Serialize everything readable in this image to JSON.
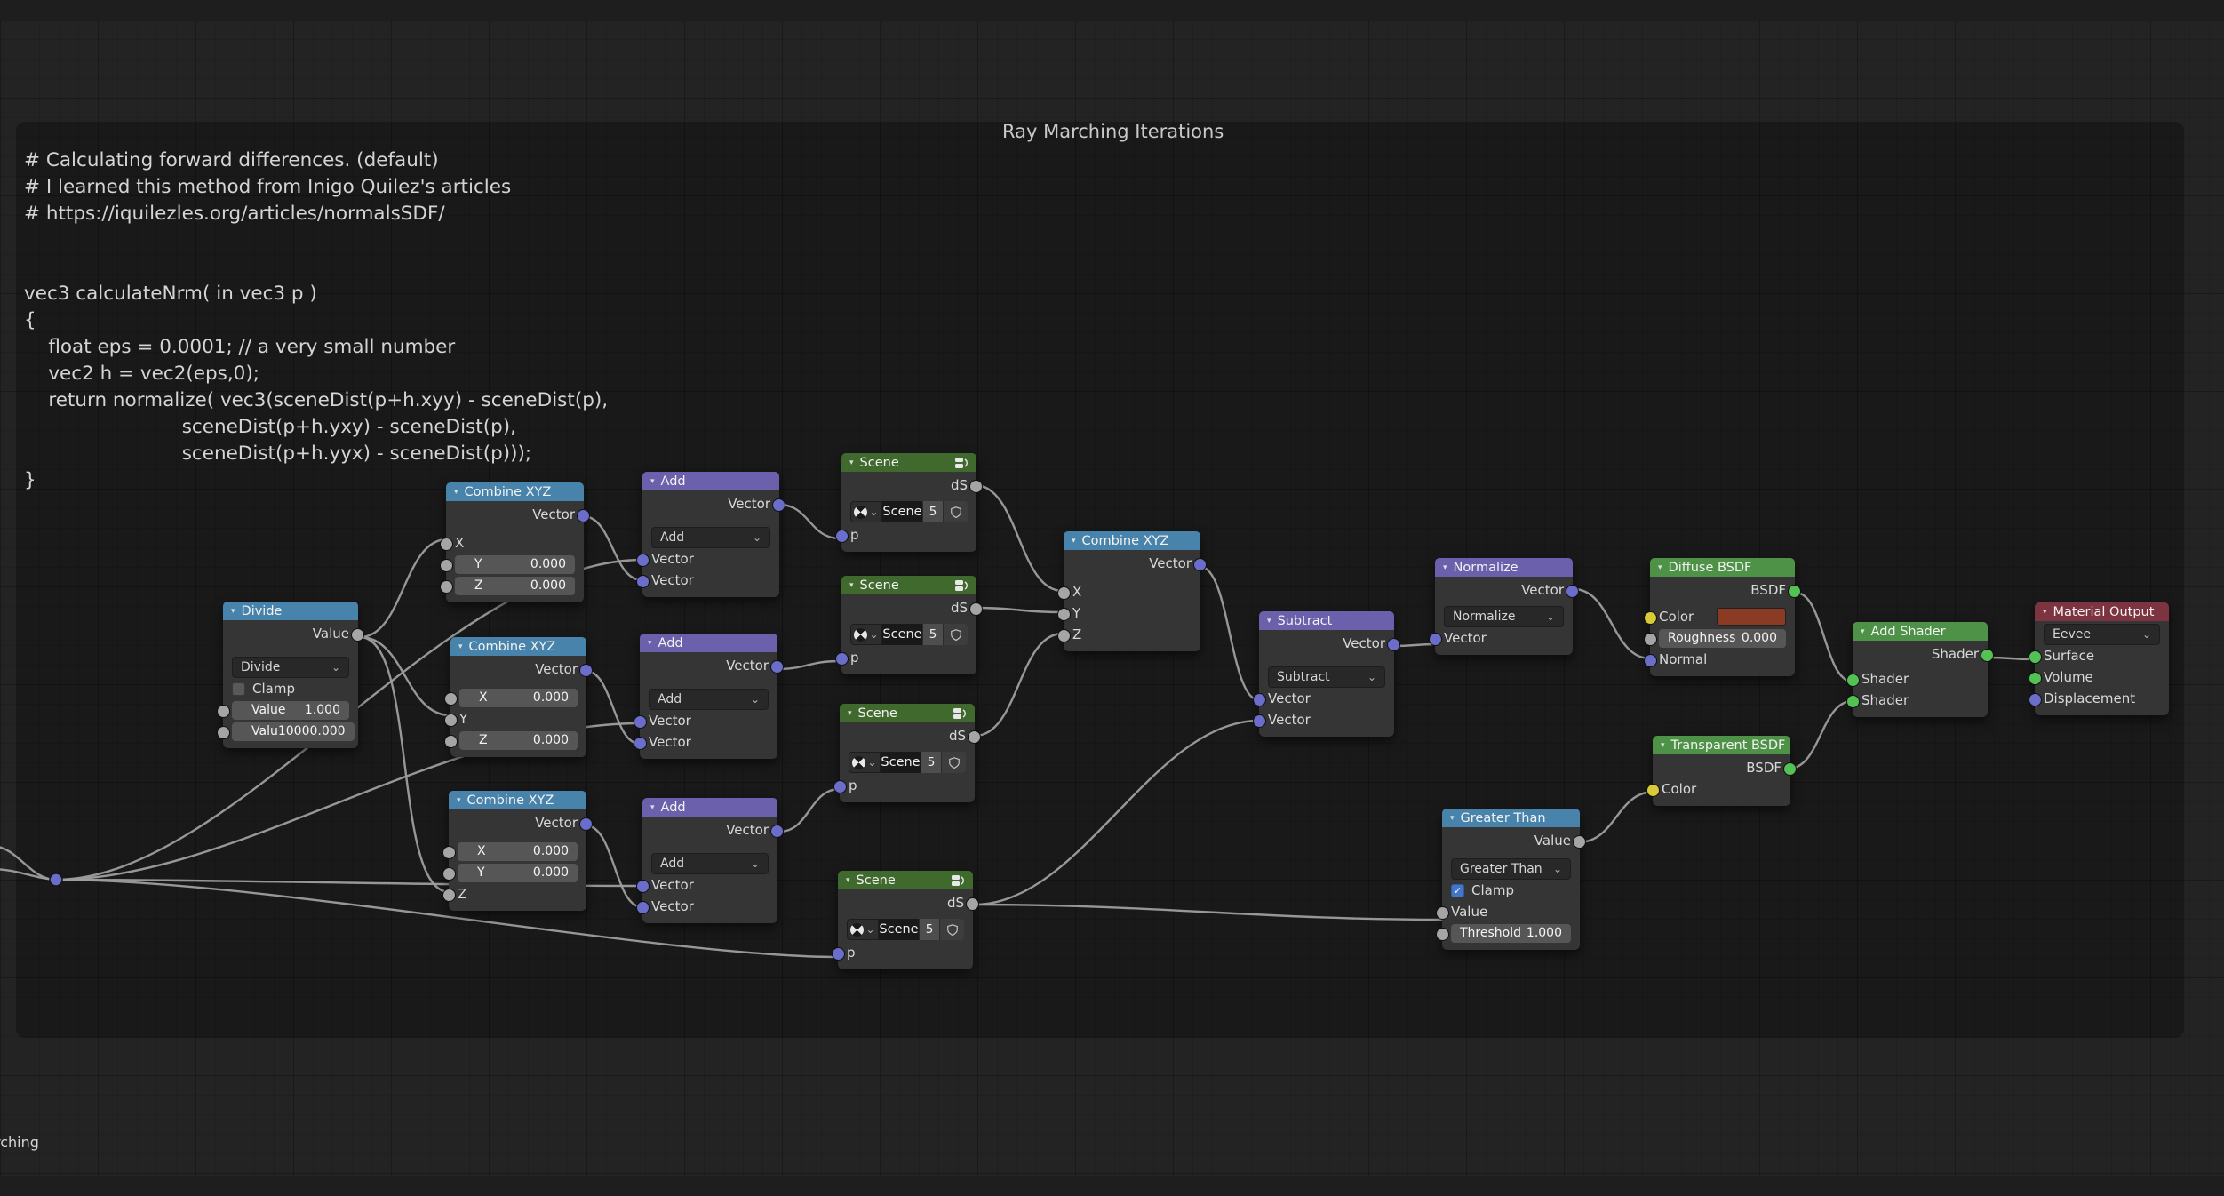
{
  "editor": {
    "frame_title": "Ray Marching Iterations",
    "partial_frame_label": "rching",
    "colors": {
      "background": "#232323",
      "frame": "rgba(0,0,0,0.27)",
      "header_converter_blue": "#4783ab",
      "header_vector_purple": "#6b60ab",
      "header_shader_green": "#4e9247",
      "header_group_green": "#40692e",
      "header_output_red": "#7e3341",
      "wire": "#9e9e9e",
      "socket_value": "#a5a5a5",
      "socket_vector": "#6a6dc9",
      "socket_shader": "#54c154",
      "socket_color": "#d9cb35",
      "diffuse_color_swatch": "#8b3b24"
    }
  },
  "code_block": {
    "lines": [
      "# Calculating forward differences. (default)",
      "# I learned this method from Inigo Quilez's articles",
      "# https://iquilezles.org/articles/normalsSDF/",
      "",
      "",
      "vec3 calculateNrm( in vec3 p )",
      "{",
      "    float eps = 0.0001; // a very small number",
      "    vec2 h = vec2(eps,0);",
      "    return normalize( vec3(sceneDist(p+h.xyy) - sceneDist(p),",
      "                          sceneDist(p+h.yxy) - sceneDist(p),",
      "                          sceneDist(p+h.yyx) - sceneDist(p)));",
      "}"
    ]
  },
  "nodes": {
    "divide": {
      "title": "Divide",
      "out_label": "Value",
      "operation": "Divide",
      "clamp_label": "Clamp",
      "value1_label": "Value",
      "value1": "1.000",
      "value2_label": "Valu",
      "value2": "10000.000"
    },
    "combine_top": {
      "title": "Combine XYZ",
      "out_label": "Vector",
      "x_label": "X",
      "y_label": "Y",
      "z_label": "Z",
      "y_value": "0.000",
      "z_value": "0.000"
    },
    "combine_mid": {
      "title": "Combine XYZ",
      "out_label": "Vector",
      "x_label": "X",
      "y_label": "Y",
      "z_label": "Z",
      "x_value": "0.000",
      "z_value": "0.000"
    },
    "combine_bot": {
      "title": "Combine XYZ",
      "out_label": "Vector",
      "x_label": "X",
      "y_label": "Y",
      "z_label": "Z",
      "x_value": "0.000",
      "y_value": "0.000"
    },
    "combine_center": {
      "title": "Combine XYZ",
      "out_label": "Vector",
      "x_label": "X",
      "y_label": "Y",
      "z_label": "Z"
    },
    "add_top": {
      "title": "Add",
      "out_label": "Vector",
      "operation": "Add",
      "in1_label": "Vector",
      "in2_label": "Vector"
    },
    "add_mid": {
      "title": "Add",
      "out_label": "Vector",
      "operation": "Add",
      "in1_label": "Vector",
      "in2_label": "Vector"
    },
    "add_bot": {
      "title": "Add",
      "out_label": "Vector",
      "operation": "Add",
      "in1_label": "Vector",
      "in2_label": "Vector"
    },
    "scene_1": {
      "title": "Scene",
      "out_label": "dS",
      "datablock_name": "Scene",
      "users": "5",
      "in_label": "p"
    },
    "scene_2": {
      "title": "Scene",
      "out_label": "dS",
      "datablock_name": "Scene",
      "users": "5",
      "in_label": "p"
    },
    "scene_3": {
      "title": "Scene",
      "out_label": "dS",
      "datablock_name": "Scene",
      "users": "5",
      "in_label": "p"
    },
    "scene_4": {
      "title": "Scene",
      "out_label": "dS",
      "datablock_name": "Scene",
      "users": "5",
      "in_label": "p"
    },
    "subtract": {
      "title": "Subtract",
      "out_label": "Vector",
      "operation": "Subtract",
      "in1_label": "Vector",
      "in2_label": "Vector"
    },
    "normalize": {
      "title": "Normalize",
      "out_label": "Vector",
      "operation": "Normalize",
      "in_label": "Vector"
    },
    "diffuse": {
      "title": "Diffuse BSDF",
      "out_label": "BSDF",
      "color_label": "Color",
      "roughness_label": "Roughness",
      "roughness_value": "0.000",
      "normal_label": "Normal",
      "swatch_style": "background:#8b3b24"
    },
    "transparent": {
      "title": "Transparent BSDF",
      "out_label": "BSDF",
      "color_label": "Color"
    },
    "greater": {
      "title": "Greater Than",
      "out_label": "Value",
      "operation": "Greater Than",
      "clamp_label": "Clamp",
      "value_label": "Value",
      "threshold_label": "Threshold",
      "threshold_value": "1.000"
    },
    "add_shader": {
      "title": "Add Shader",
      "out_label": "Shader",
      "in1_label": "Shader",
      "in2_label": "Shader"
    },
    "material_output": {
      "title": "Material Output",
      "engine": "Eevee",
      "surface_label": "Surface",
      "volume_label": "Volume",
      "displacement_label": "Displacement"
    }
  }
}
